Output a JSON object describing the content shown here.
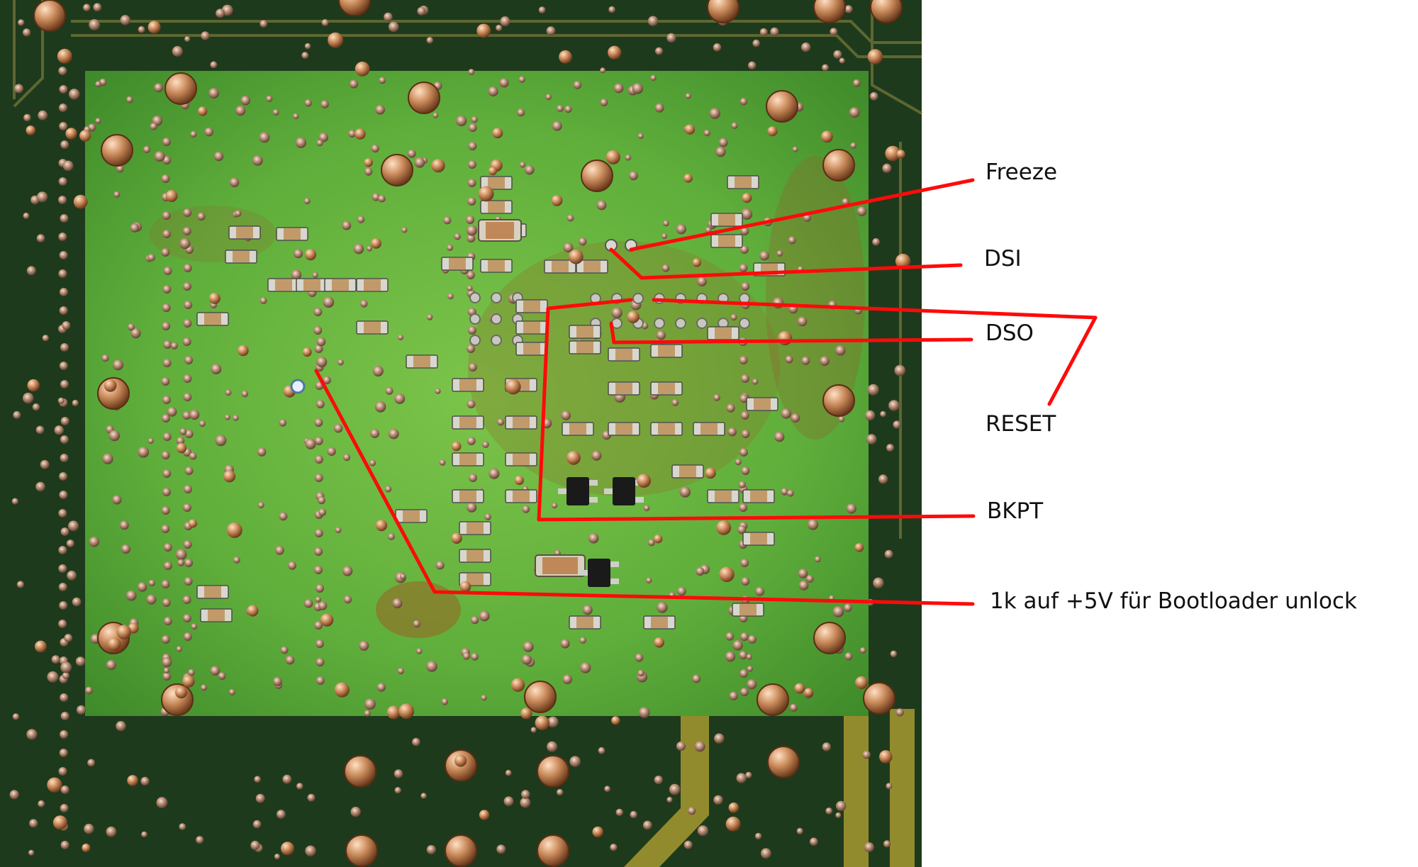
{
  "labels": {
    "freeze": "Freeze",
    "dsi": "DSI",
    "dso": "DSO",
    "reset": "RESET",
    "bkpt": "BKPT",
    "bootloader": "1k auf +5V für Bootloader unlock"
  },
  "colors": {
    "annotation_line": "#ff0a0a",
    "board_dark": "#1f3a1c",
    "board_panel": "#63b43e",
    "copper": "#c98a5a",
    "label_text": "#111111",
    "background": "#ffffff"
  }
}
